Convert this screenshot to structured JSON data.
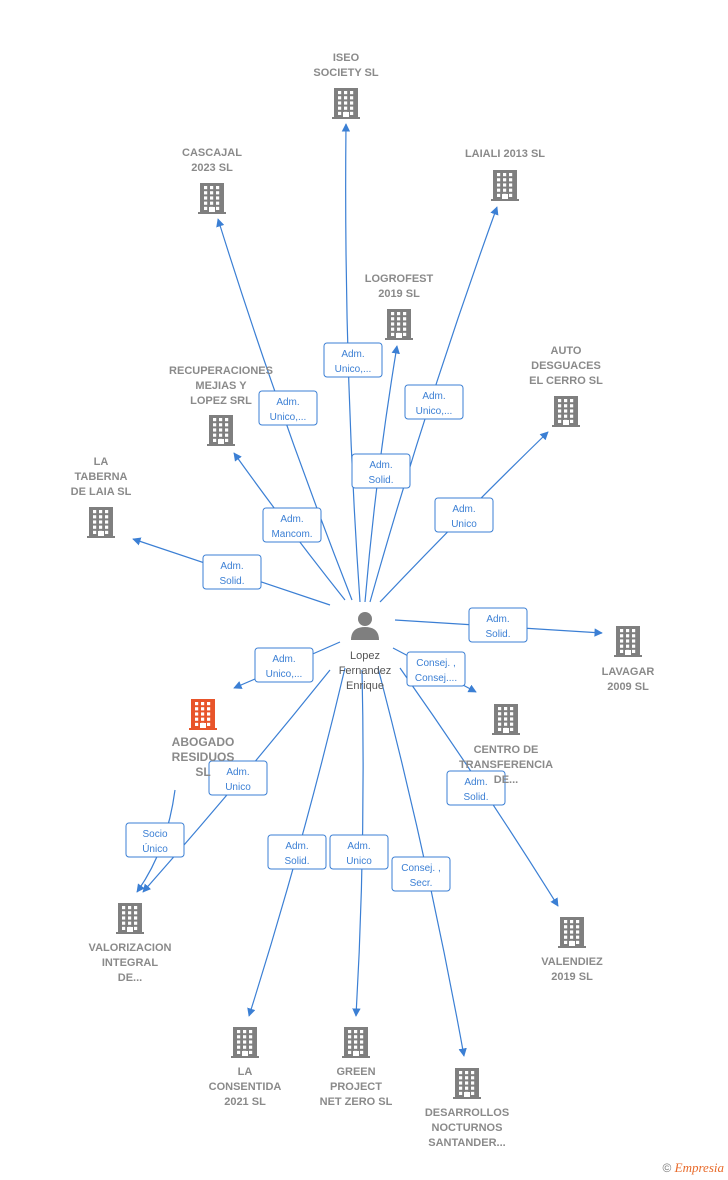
{
  "colors": {
    "edge": "#3b7fd4",
    "node": "#7f7f7f",
    "highlight": "#e8542a",
    "person": "#7f7f7f"
  },
  "center": {
    "lines": [
      "Lopez",
      "Fernandez",
      "Enrique"
    ],
    "icon": "person-icon"
  },
  "nodes": [
    {
      "id": "iseo",
      "lines": [
        "ISEO",
        "SOCIETY  SL"
      ]
    },
    {
      "id": "cascajal",
      "lines": [
        "CASCAJAL",
        "2023  SL"
      ]
    },
    {
      "id": "laiali",
      "lines": [
        "LAIALI 2013 SL"
      ]
    },
    {
      "id": "logrofest",
      "lines": [
        "LOGROFEST",
        "2019  SL"
      ]
    },
    {
      "id": "recuperaciones",
      "lines": [
        "RECUPERACIONES",
        "MEJIAS Y",
        "LOPEZ SRL"
      ]
    },
    {
      "id": "auto",
      "lines": [
        "AUTO",
        "DESGUACES",
        "EL CERRO  SL"
      ]
    },
    {
      "id": "taberna",
      "lines": [
        "LA",
        "TABERNA",
        "DE LAIA  SL"
      ]
    },
    {
      "id": "lavagar",
      "lines": [
        "LAVAGAR",
        "2009 SL"
      ]
    },
    {
      "id": "abogado",
      "lines": [
        "ABOGADO",
        "RESIDUOS",
        "SL"
      ],
      "highlight": true
    },
    {
      "id": "centro",
      "lines": [
        "CENTRO DE",
        "TRANSFERENCIA",
        "DE..."
      ]
    },
    {
      "id": "valorizacion",
      "lines": [
        "VALORIZACION",
        "INTEGRAL",
        "DE..."
      ]
    },
    {
      "id": "valendiez",
      "lines": [
        "VALENDIEZ",
        "2019  SL"
      ]
    },
    {
      "id": "consentida",
      "lines": [
        "LA",
        "CONSENTIDA",
        "2021  SL"
      ]
    },
    {
      "id": "green",
      "lines": [
        "GREEN",
        "PROJECT",
        "NET ZERO  SL"
      ]
    },
    {
      "id": "desarrollos",
      "lines": [
        "DESARROLLOS",
        "NOCTURNOS",
        "SANTANDER..."
      ]
    }
  ],
  "relations": [
    {
      "to": "iseo",
      "lines": [
        "Adm.",
        "Unico,..."
      ]
    },
    {
      "to": "cascajal",
      "lines": [
        "Adm.",
        "Unico,..."
      ]
    },
    {
      "to": "laiali",
      "lines": [
        "Adm.",
        "Unico,..."
      ]
    },
    {
      "to": "logrofest",
      "lines": [
        "Adm.",
        "Solid."
      ]
    },
    {
      "to": "recuperaciones",
      "lines": [
        "Adm.",
        "Mancom."
      ]
    },
    {
      "to": "auto",
      "lines": [
        "Adm.",
        "Unico"
      ]
    },
    {
      "to": "taberna",
      "lines": [
        "Adm.",
        "Solid."
      ]
    },
    {
      "to": "lavagar",
      "lines": [
        "Adm.",
        "Solid."
      ]
    },
    {
      "to": "abogado",
      "lines": [
        "Adm.",
        "Unico,..."
      ]
    },
    {
      "to": "centro",
      "lines": [
        "Consej. ,",
        "Consej...."
      ]
    },
    {
      "to": "valorizacion",
      "lines": [
        "Adm.",
        "Unico"
      ]
    },
    {
      "to": "valendiez",
      "lines": [
        "Adm.",
        "Solid."
      ]
    },
    {
      "to": "consentida",
      "lines": [
        "Adm.",
        "Solid."
      ]
    },
    {
      "to": "green",
      "lines": [
        "Adm.",
        "Unico"
      ]
    },
    {
      "to": "desarrollos",
      "lines": [
        "Consej. ,",
        "Secr."
      ]
    },
    {
      "from": "abogado",
      "to": "valorizacion",
      "lines": [
        "Socio",
        "Único"
      ]
    }
  ],
  "footer": {
    "copyright": "©",
    "brand": "Empresia"
  }
}
